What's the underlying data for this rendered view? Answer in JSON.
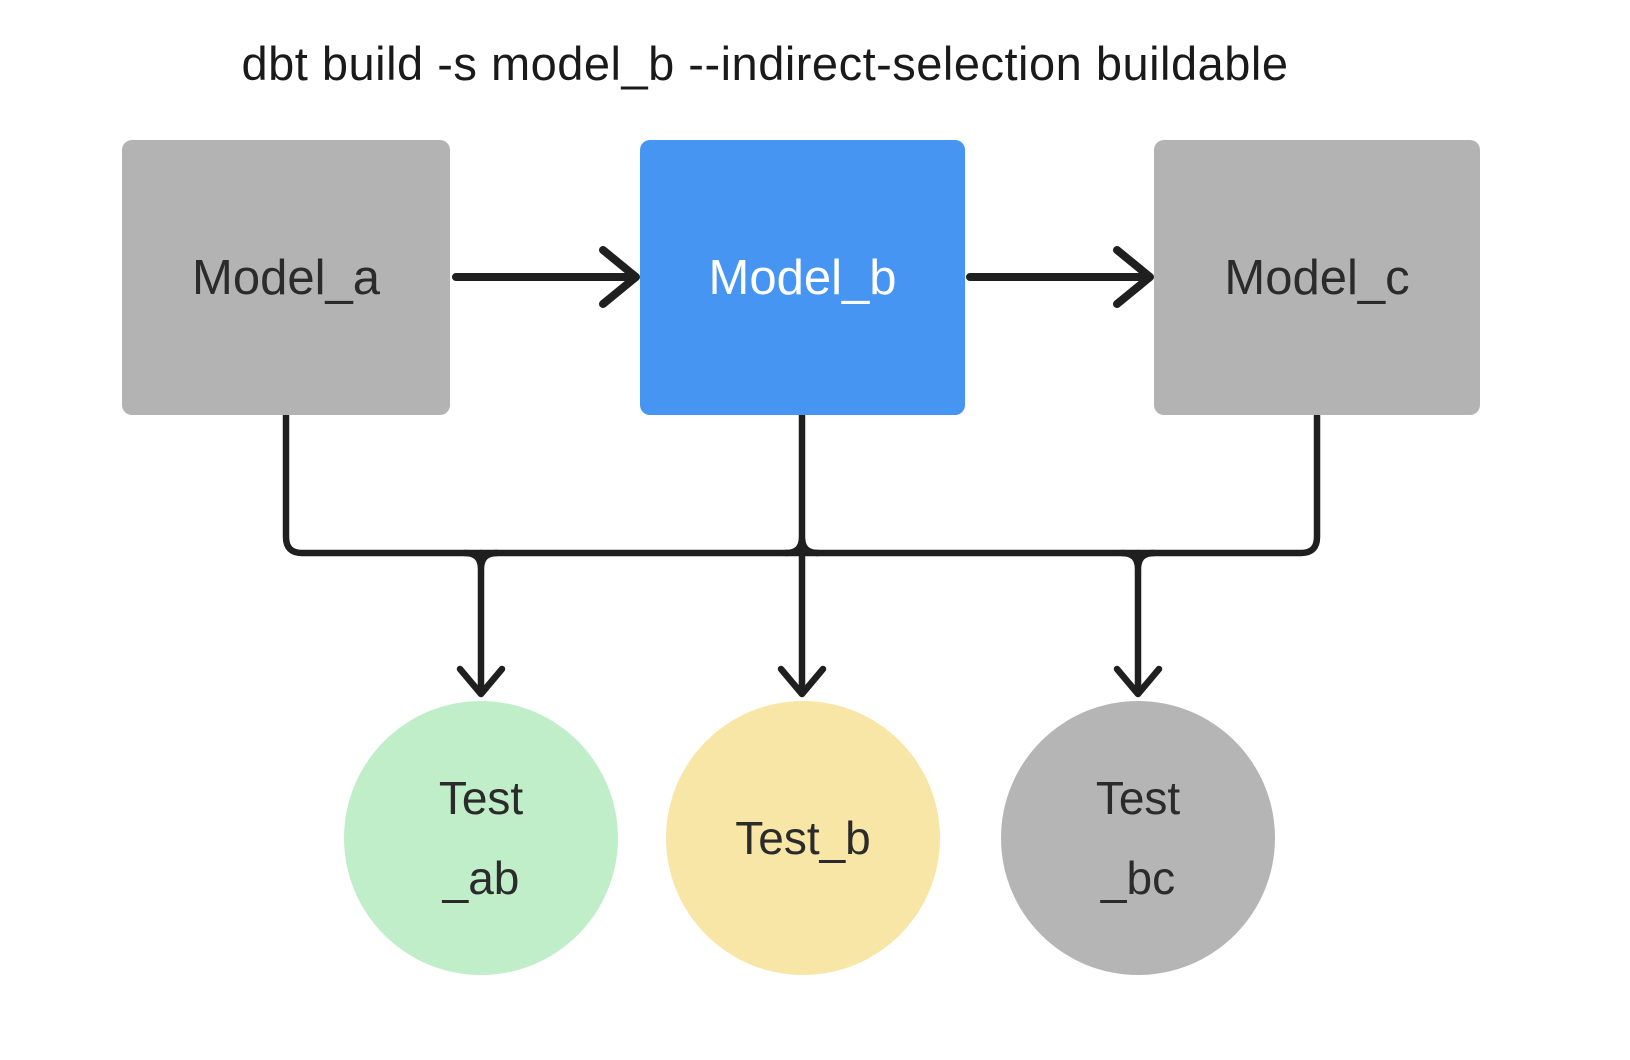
{
  "title": "dbt build -s model_b --indirect-selection buildable",
  "nodes": {
    "model_a": {
      "label": "Model_a"
    },
    "model_b": {
      "label": "Model_b"
    },
    "model_c": {
      "label": "Model_c"
    },
    "test_ab": {
      "label": "Test\n_ab"
    },
    "test_b": {
      "label": "Test_b"
    },
    "test_bc": {
      "label": "Test\n_bc"
    }
  },
  "colors": {
    "background": "#ffffff",
    "title_text": "#1a1a1a",
    "node_text_dark": "#2b2b2b",
    "node_text_light": "#ffffff",
    "model_unselected_fill": "#b3b3b3",
    "model_selected_fill": "#4695f3",
    "test_ab_fill": "#c0eec9",
    "test_b_fill": "#f8e6a6",
    "test_bc_fill": "#b5b5b5",
    "connector": "#1f1f1f"
  }
}
